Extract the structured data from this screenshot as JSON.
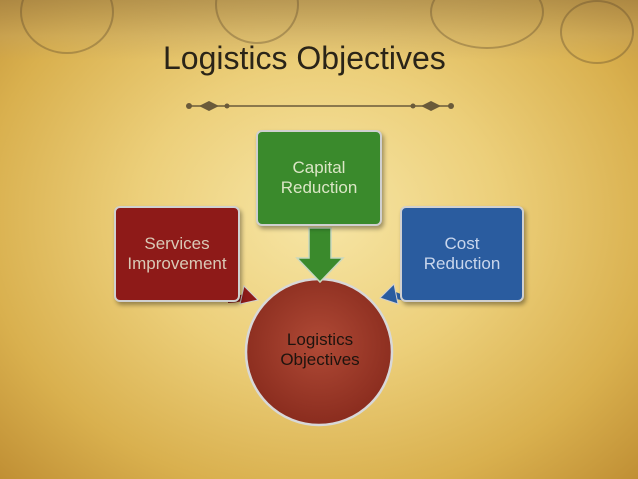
{
  "slide": {
    "title": "Logistics Objectives"
  },
  "diagram": {
    "center_label": [
      "Logistics",
      "Objectives"
    ],
    "boxes": {
      "services": [
        "Services",
        "Improvement"
      ],
      "capital": [
        "Capital",
        "Reduction"
      ],
      "cost": [
        "Cost",
        "Reduction"
      ]
    }
  },
  "colors": {
    "services": "#8e1a18",
    "capital": "#3a8a2c",
    "cost": "#2a5c9f",
    "center": "#9a3a2a",
    "title": "#2a2418"
  }
}
